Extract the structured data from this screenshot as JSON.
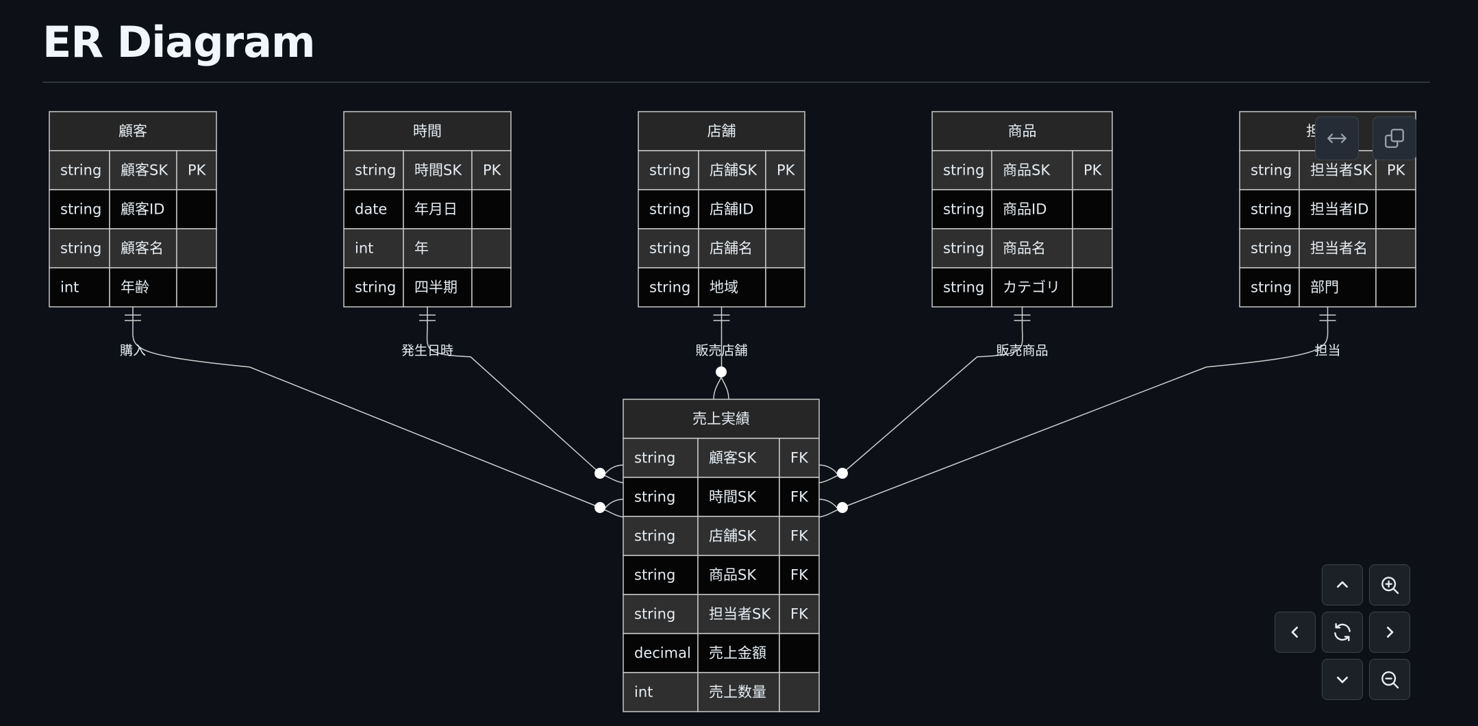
{
  "page": {
    "title": "ER Diagram"
  },
  "entities": [
    {
      "id": "customer",
      "name": "顧客",
      "attributes": [
        {
          "type": "string",
          "name": "顧客SK",
          "key": "PK"
        },
        {
          "type": "string",
          "name": "顧客ID",
          "key": ""
        },
        {
          "type": "string",
          "name": "顧客名",
          "key": ""
        },
        {
          "type": "int",
          "name": "年齢",
          "key": ""
        }
      ]
    },
    {
      "id": "time",
      "name": "時間",
      "attributes": [
        {
          "type": "string",
          "name": "時間SK",
          "key": "PK"
        },
        {
          "type": "date",
          "name": "年月日",
          "key": ""
        },
        {
          "type": "int",
          "name": "年",
          "key": ""
        },
        {
          "type": "string",
          "name": "四半期",
          "key": ""
        }
      ]
    },
    {
      "id": "store",
      "name": "店舗",
      "attributes": [
        {
          "type": "string",
          "name": "店舗SK",
          "key": "PK"
        },
        {
          "type": "string",
          "name": "店舗ID",
          "key": ""
        },
        {
          "type": "string",
          "name": "店舗名",
          "key": ""
        },
        {
          "type": "string",
          "name": "地域",
          "key": ""
        }
      ]
    },
    {
      "id": "product",
      "name": "商品",
      "attributes": [
        {
          "type": "string",
          "name": "商品SK",
          "key": "PK"
        },
        {
          "type": "string",
          "name": "商品ID",
          "key": ""
        },
        {
          "type": "string",
          "name": "商品名",
          "key": ""
        },
        {
          "type": "string",
          "name": "カテゴリ",
          "key": ""
        }
      ]
    },
    {
      "id": "staff",
      "name": "担当者",
      "attributes": [
        {
          "type": "string",
          "name": "担当者SK",
          "key": "PK"
        },
        {
          "type": "string",
          "name": "担当者ID",
          "key": ""
        },
        {
          "type": "string",
          "name": "担当者名",
          "key": ""
        },
        {
          "type": "string",
          "name": "部門",
          "key": ""
        }
      ]
    },
    {
      "id": "sales",
      "name": "売上実績",
      "attributes": [
        {
          "type": "string",
          "name": "顧客SK",
          "key": "FK"
        },
        {
          "type": "string",
          "name": "時間SK",
          "key": "FK"
        },
        {
          "type": "string",
          "name": "店舗SK",
          "key": "FK"
        },
        {
          "type": "string",
          "name": "商品SK",
          "key": "FK"
        },
        {
          "type": "string",
          "name": "担当者SK",
          "key": "FK"
        },
        {
          "type": "decimal",
          "name": "売上金額",
          "key": ""
        },
        {
          "type": "int",
          "name": "売上数量",
          "key": ""
        }
      ]
    }
  ],
  "relationships": [
    {
      "from": "customer",
      "to": "sales",
      "label": "購入"
    },
    {
      "from": "time",
      "to": "sales",
      "label": "発生日時"
    },
    {
      "from": "store",
      "to": "sales",
      "label": "販売店舗"
    },
    {
      "from": "product",
      "to": "sales",
      "label": "販売商品"
    },
    {
      "from": "staff",
      "to": "sales",
      "label": "担当"
    }
  ],
  "toolbar": {
    "top": [
      {
        "id": "fit-width",
        "icon": "arrows-horizontal-icon"
      },
      {
        "id": "copy",
        "icon": "copy-icon"
      }
    ],
    "nav": [
      {
        "id": "pan-up",
        "icon": "chevron-up-icon"
      },
      {
        "id": "zoom-in",
        "icon": "zoom-in-icon"
      },
      {
        "id": "pan-left",
        "icon": "chevron-left-icon"
      },
      {
        "id": "reset",
        "icon": "refresh-icon"
      },
      {
        "id": "pan-right",
        "icon": "chevron-right-icon"
      },
      {
        "id": "pan-down",
        "icon": "chevron-down-icon"
      },
      {
        "id": "zoom-out",
        "icon": "zoom-out-icon"
      }
    ]
  },
  "colors": {
    "background": "#0d1117",
    "header_fill": "#262626",
    "row_light": "#2f2f2f",
    "row_dark": "#050505",
    "border": "#c9c9c9",
    "line": "#cfcfcf"
  }
}
